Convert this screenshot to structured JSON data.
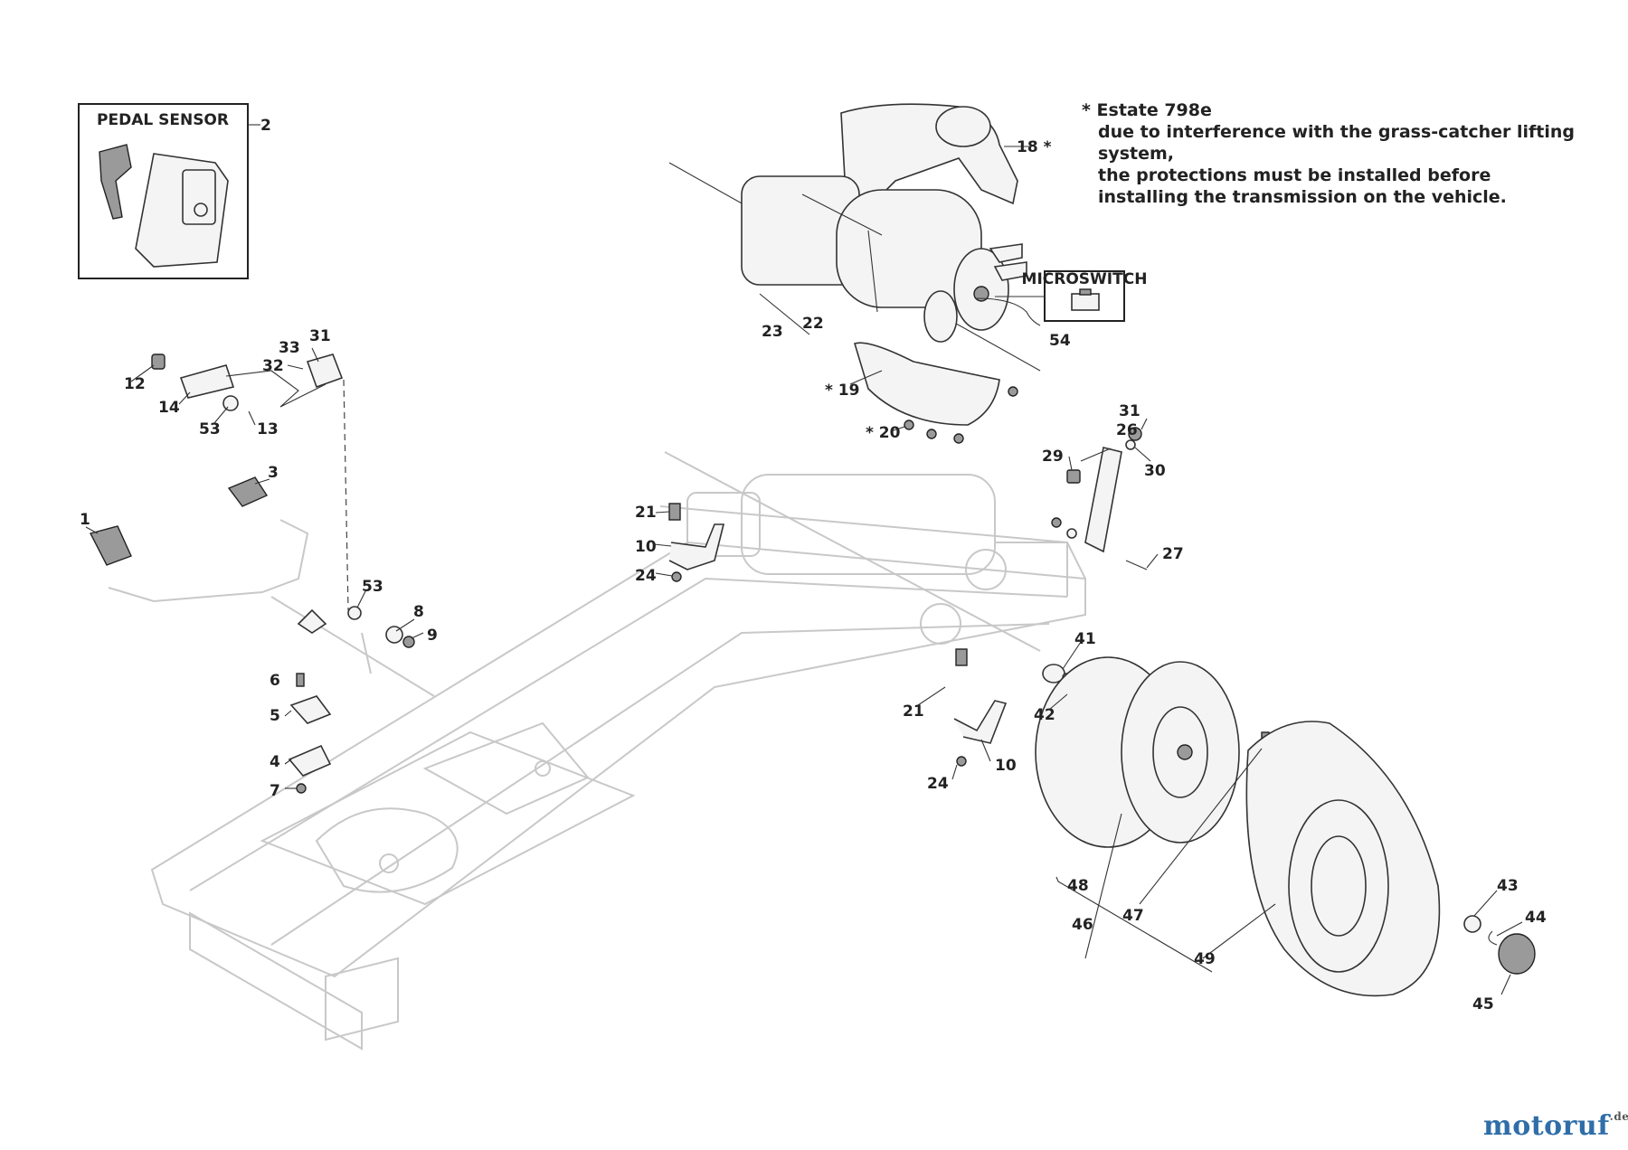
{
  "pedal_sensor_title": "PEDAL SENSOR",
  "microswitch_title": "MICROSWITCH",
  "note": {
    "line1": "* Estate 798e",
    "line2": "due to interference with the grass-catcher lifting system,",
    "line3": "the protections must be installed before",
    "line4": "installing the transmission on the vehicle."
  },
  "callouts": {
    "c1": "1",
    "c2": "2",
    "c3": "3",
    "c4": "4",
    "c5": "5",
    "c6": "6",
    "c7": "7",
    "c8": "8",
    "c9": "9",
    "c10a": "10",
    "c10b": "10",
    "c12": "12",
    "c13": "13",
    "c14": "14",
    "c18": "18 *",
    "c19": "* 19",
    "c20": "* 20",
    "c21a": "21",
    "c21b": "21",
    "c22": "22",
    "c23": "23",
    "c24a": "24",
    "c24b": "24",
    "c26": "26",
    "c27": "27",
    "c29": "29",
    "c30": "30",
    "c31a": "31",
    "c31b": "31",
    "c32": "32",
    "c33": "33",
    "c41": "41",
    "c42": "42",
    "c43": "43",
    "c44": "44",
    "c45": "45",
    "c46": "46",
    "c47": "47",
    "c48": "48",
    "c49": "49",
    "c53a": "53",
    "c53b": "53",
    "c54": "54"
  },
  "watermark": "motoruf",
  "watermark_suffix": ".de"
}
